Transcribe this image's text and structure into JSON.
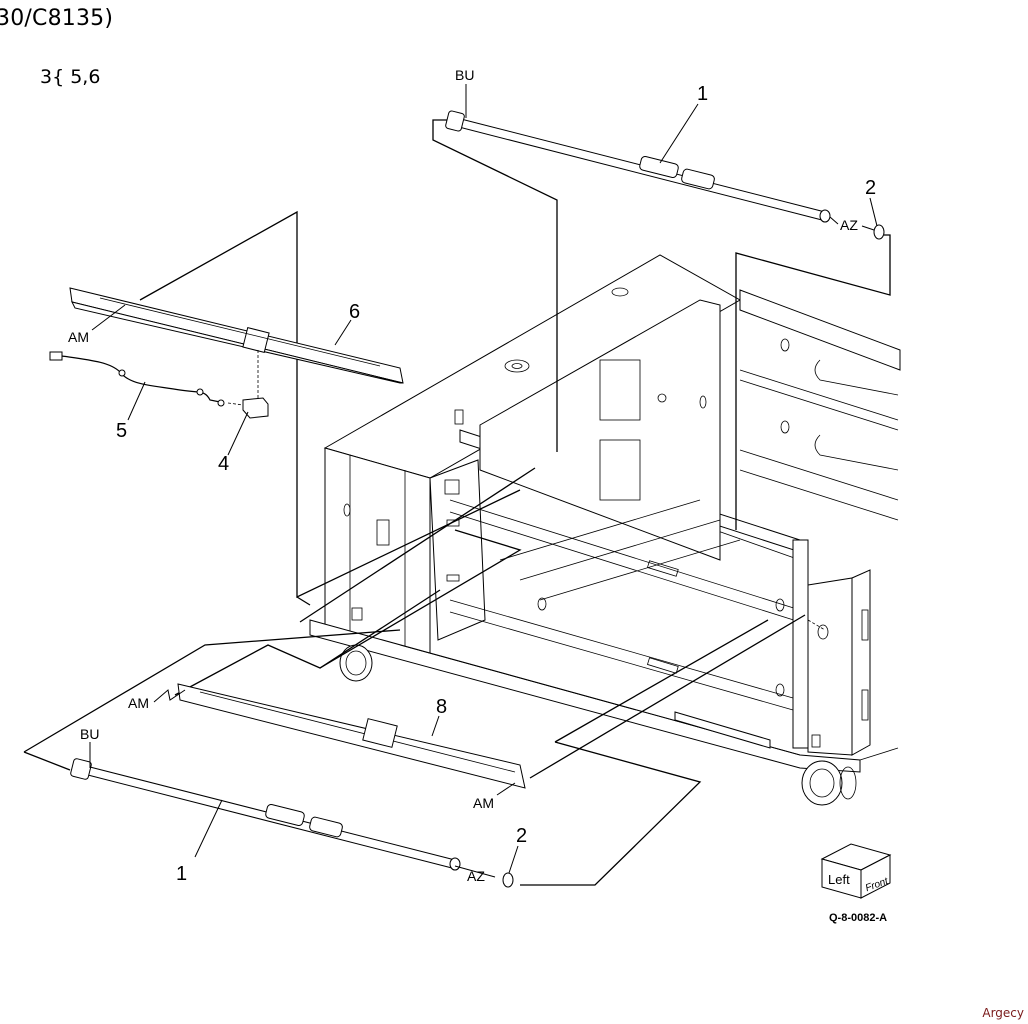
{
  "header": {
    "title": "30/C8135)",
    "subtitle": "3{ 5,6"
  },
  "callouts": {
    "item_1_top": "1",
    "item_2_top": "2",
    "item_1_bottom": "1",
    "item_2_bottom": "2",
    "item_4": "4",
    "item_5": "5",
    "item_6": "6",
    "item_8": "8"
  },
  "reference_tags": {
    "bu_top": "BU",
    "az_top": "AZ",
    "am_item6": "AM",
    "am_item8_left": "AM",
    "am_item8_right": "AM",
    "bu_bottom": "BU",
    "az_bottom": "AZ"
  },
  "orientation_cube": {
    "left_label": "Left",
    "front_label": "Front"
  },
  "figure_id": "Q-8-0082-A",
  "watermark": "Argecy"
}
